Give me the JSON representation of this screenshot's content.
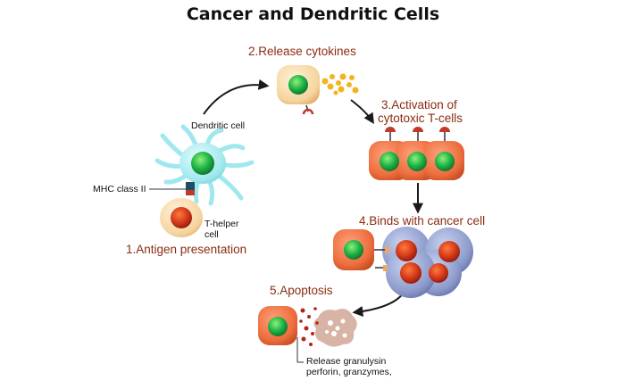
{
  "title": "Cancer and Dendritic Cells",
  "steps": {
    "s1": "1.Antigen presentation",
    "s2": "2.Release cytokines",
    "s3_line1": "3.Activation of",
    "s3_line2": "cytotoxic T-cells",
    "s4": "4.Binds with cancer cell",
    "s5": "5.Apoptosis"
  },
  "labels": {
    "dendritic_cell": "Dendritic cell",
    "mhc_class_ii": "MHC class II",
    "t_helper_line1": "T-helper",
    "t_helper_line2": "cell",
    "release_line1": "Release granulysin",
    "release_line2": "perforin, granzymes,"
  },
  "colors": {
    "step_text": "#8a2b10",
    "dendritic_cell": "#9fe8ee",
    "t_helper_cell": "#f6d49e",
    "cytotoxic_cell": "#ec7142",
    "nucleus_green": "#1db345",
    "cancer_cell": "#8d9bcc",
    "cancer_nucleus": "#d43a1e",
    "cytokine": "#f2b51d",
    "arrow": "#1a1a1a"
  }
}
